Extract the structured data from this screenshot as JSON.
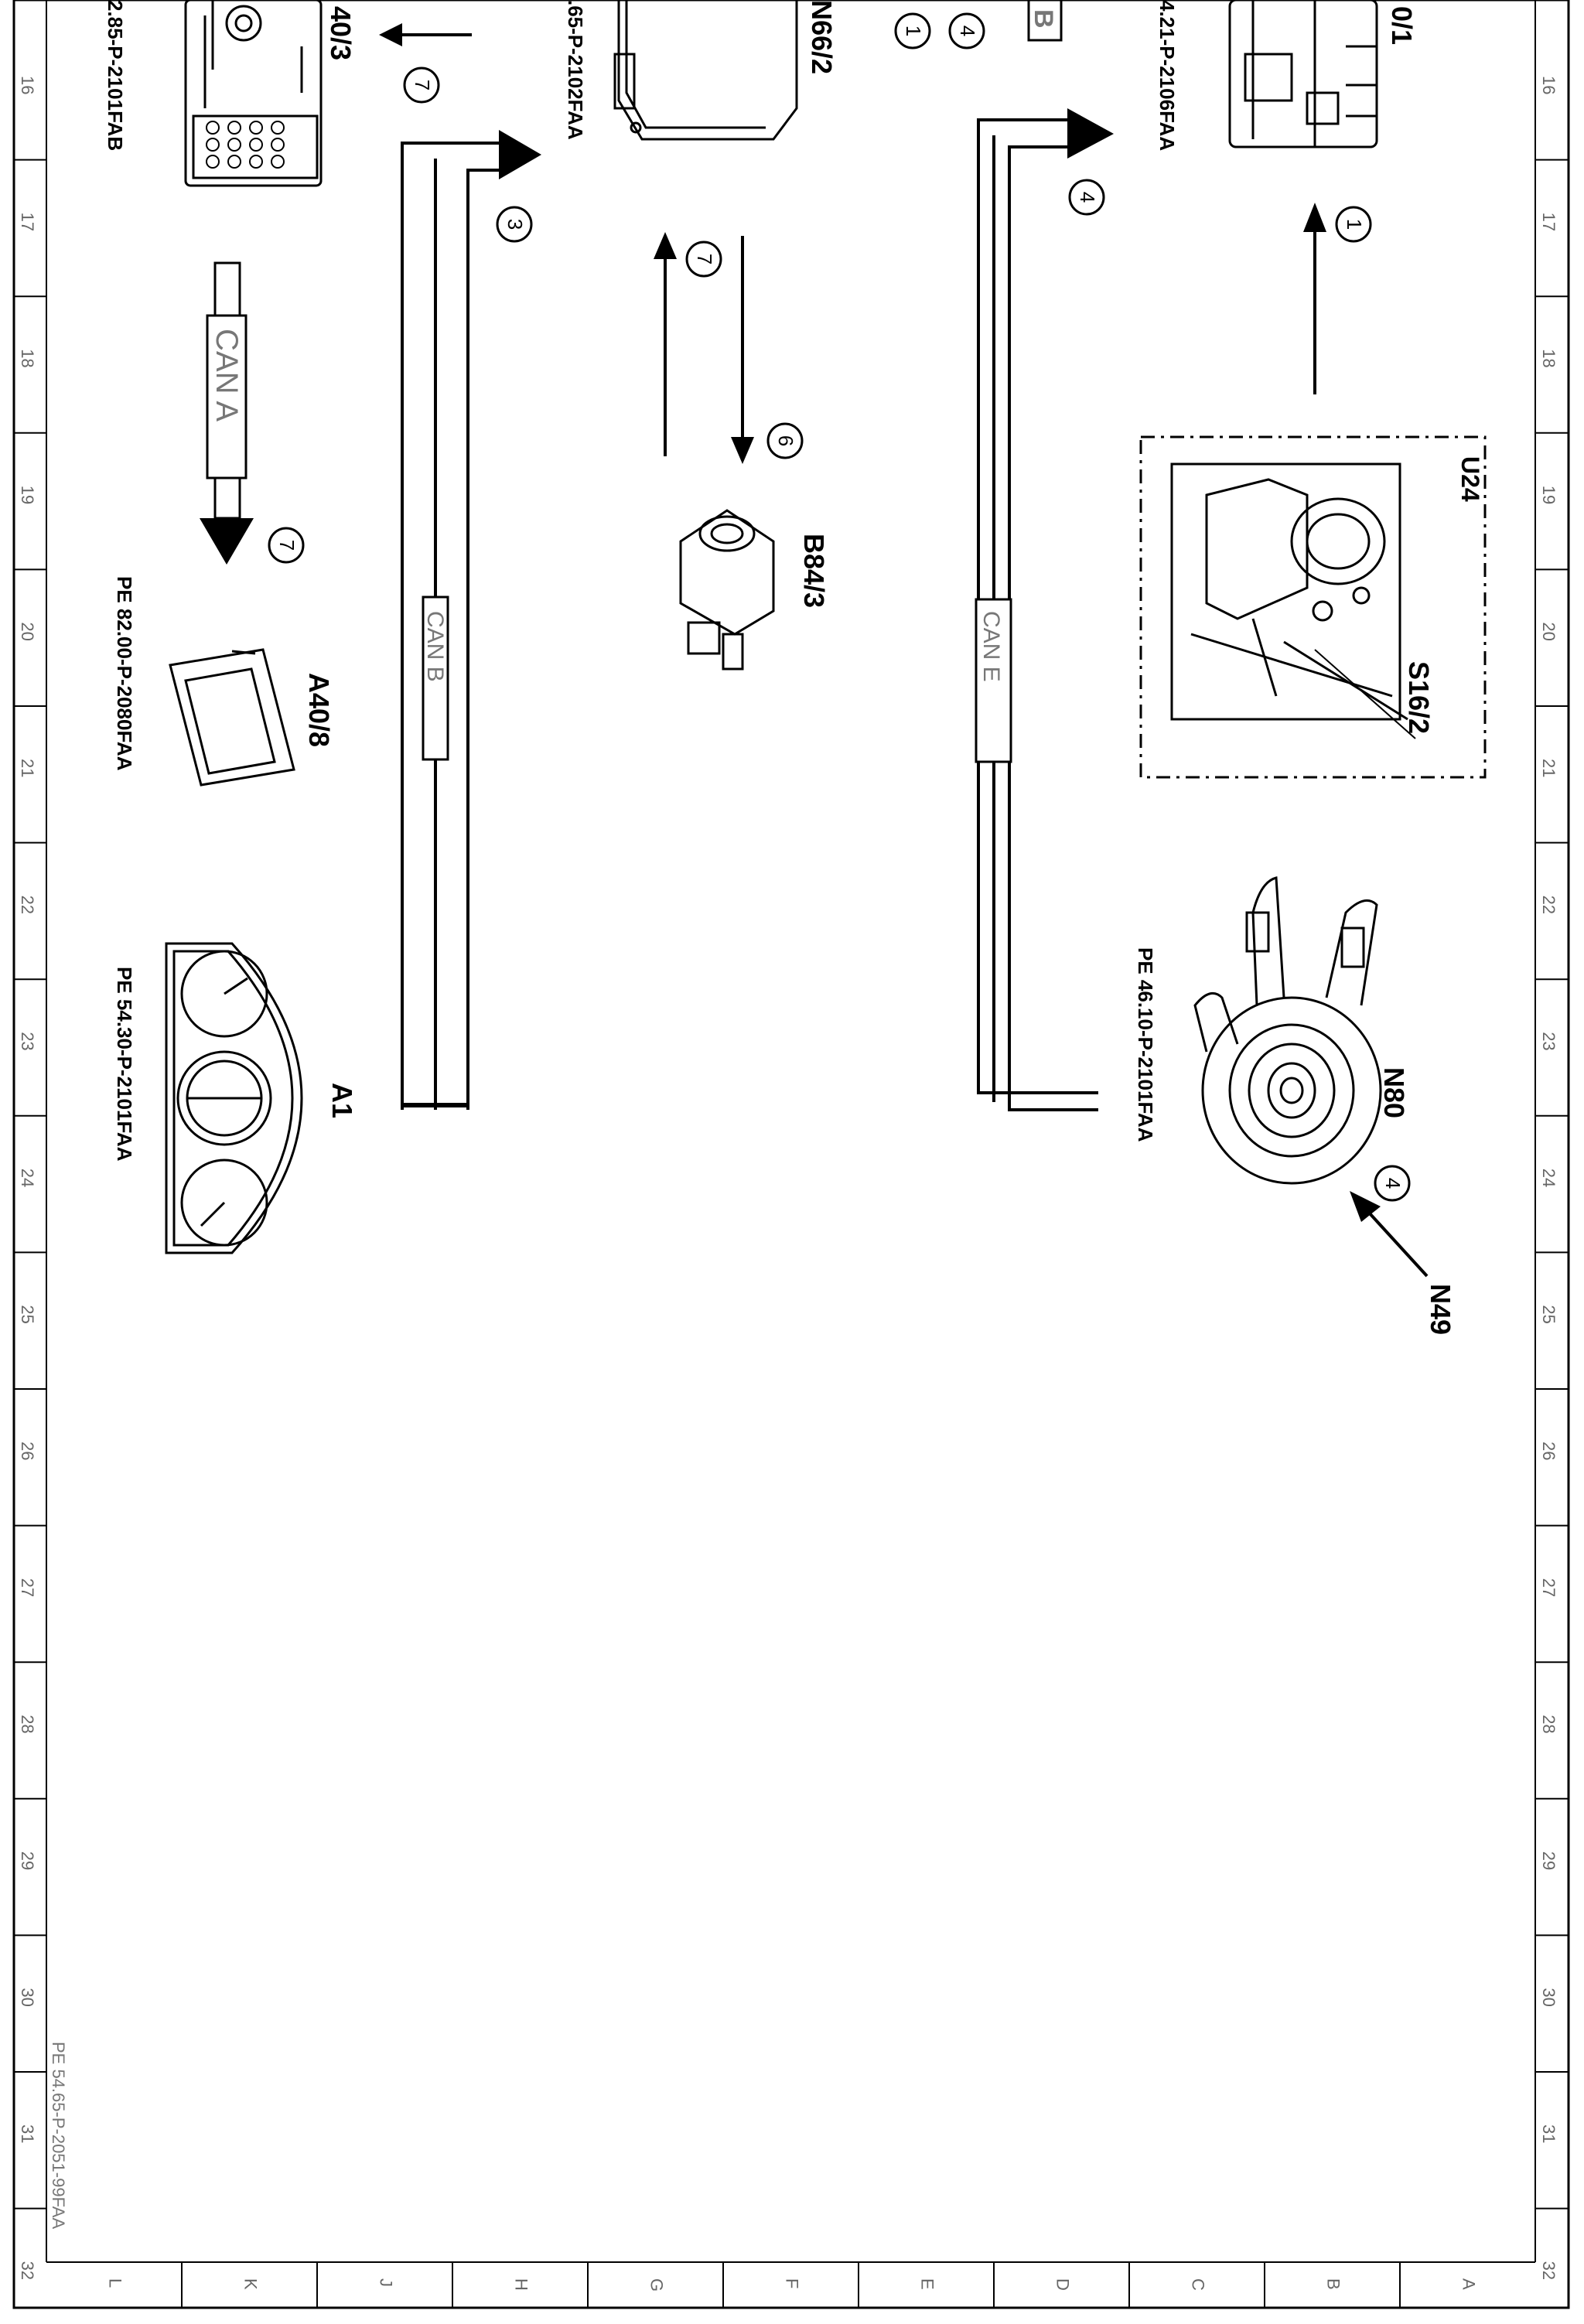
{
  "frame": {
    "row_numbers": [
      "16",
      "17",
      "18",
      "19",
      "20",
      "21",
      "22",
      "23",
      "24",
      "25",
      "26",
      "27",
      "28",
      "29",
      "30",
      "31",
      "32"
    ],
    "column_letters": [
      "L",
      "K",
      "J",
      "H",
      "G",
      "F",
      "E",
      "D",
      "C",
      "B",
      "A"
    ]
  },
  "document_ref": "PE 54.65-P-2051-99FAA",
  "components": {
    "n_left_top": "40/3",
    "n_left_top_ref": "2.85-P-2101FAB",
    "n_mid_top": "N66/2",
    "n_mid_top_ref": ".65-P-2102FAA",
    "n_right_top": "0/1",
    "n_right_top_ref": "4.21-P-2106FAA",
    "b84": "B84/3",
    "a40_8": "A40/8",
    "a40_8_ref": "PE 82.00-P-2080FAA",
    "a1": "A1",
    "a1_ref": "PE 54.30-P-2101FAA",
    "u24": "U24",
    "s16_2": "S16/2",
    "n80": "N80",
    "n80_ref": "PE 46.10-P-2101FAA",
    "n49": "N49",
    "box_b": "B"
  },
  "buses": {
    "can_a": "CAN A",
    "can_b": "CAN B",
    "can_e": "CAN E"
  },
  "step_numbers": {
    "s1_top": "1",
    "s4_top": "4",
    "s7_left": "7",
    "s3": "3",
    "s4_right": "4",
    "s1_right": "1",
    "s7_mid": "7",
    "s6": "6",
    "s7_cana": "7",
    "s4_n80": "4"
  }
}
